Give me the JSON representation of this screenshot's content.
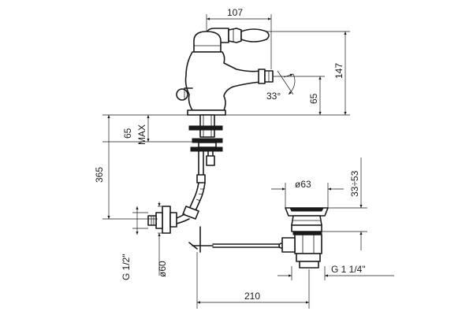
{
  "dimensions": {
    "spout_width": "107",
    "total_height": "147",
    "nozzle_height": "65",
    "nozzle_angle": "33°",
    "deck_thickness": "65",
    "deck_max": "MAX",
    "overall_height": "365",
    "pipe_thread": "G 1/2\"",
    "rosette_diameter": "ø60",
    "waste_diameter": "ø63",
    "waste_adjust": "33÷53",
    "waste_thread": "G 1 1/4\"",
    "waste_distance": "210"
  }
}
